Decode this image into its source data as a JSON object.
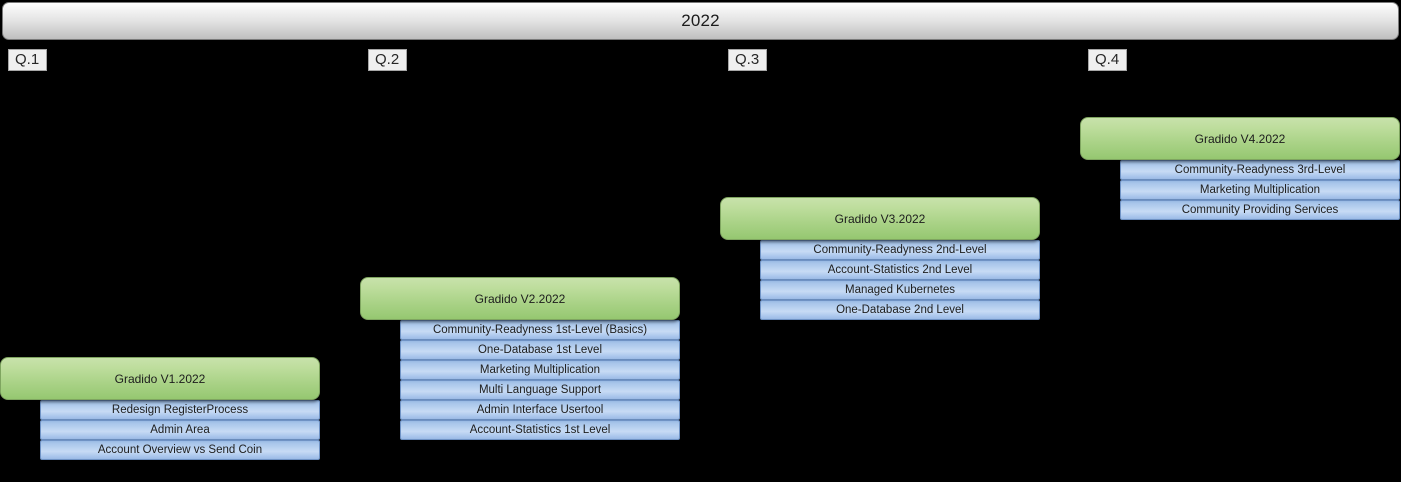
{
  "timeline": {
    "year_label": "2022",
    "quarters": [
      {
        "label": "Q.1"
      },
      {
        "label": "Q.2"
      },
      {
        "label": "Q.3"
      },
      {
        "label": "Q.4"
      }
    ]
  },
  "colors": {
    "background": "#000000",
    "release_header_green": "#a9d286",
    "release_item_blue": "#bcd4f1",
    "year_bar_gray": "#e4e4e4",
    "quarter_label_bg": "#efefef",
    "text": "#1d1d1d"
  },
  "releases": [
    {
      "title": "Gradido V1.2022",
      "items": [
        "Redesign RegisterProcess",
        "Admin Area",
        "Account Overview vs Send Coin"
      ]
    },
    {
      "title": "Gradido V2.2022",
      "items": [
        "Community-Readyness 1st-Level (Basics)",
        "One-Database 1st Level",
        "Marketing Multiplication",
        "Multi Language Support",
        "Admin Interface Usertool",
        "Account-Statistics 1st Level"
      ]
    },
    {
      "title": "Gradido V3.2022",
      "items": [
        "Community-Readyness 2nd-Level",
        "Account-Statistics 2nd Level",
        "Managed Kubernetes",
        "One-Database 2nd Level"
      ]
    },
    {
      "title": "Gradido V4.2022",
      "items": [
        "Community-Readyness 3rd-Level",
        "Marketing Multiplication",
        "Community Providing Services"
      ]
    }
  ]
}
